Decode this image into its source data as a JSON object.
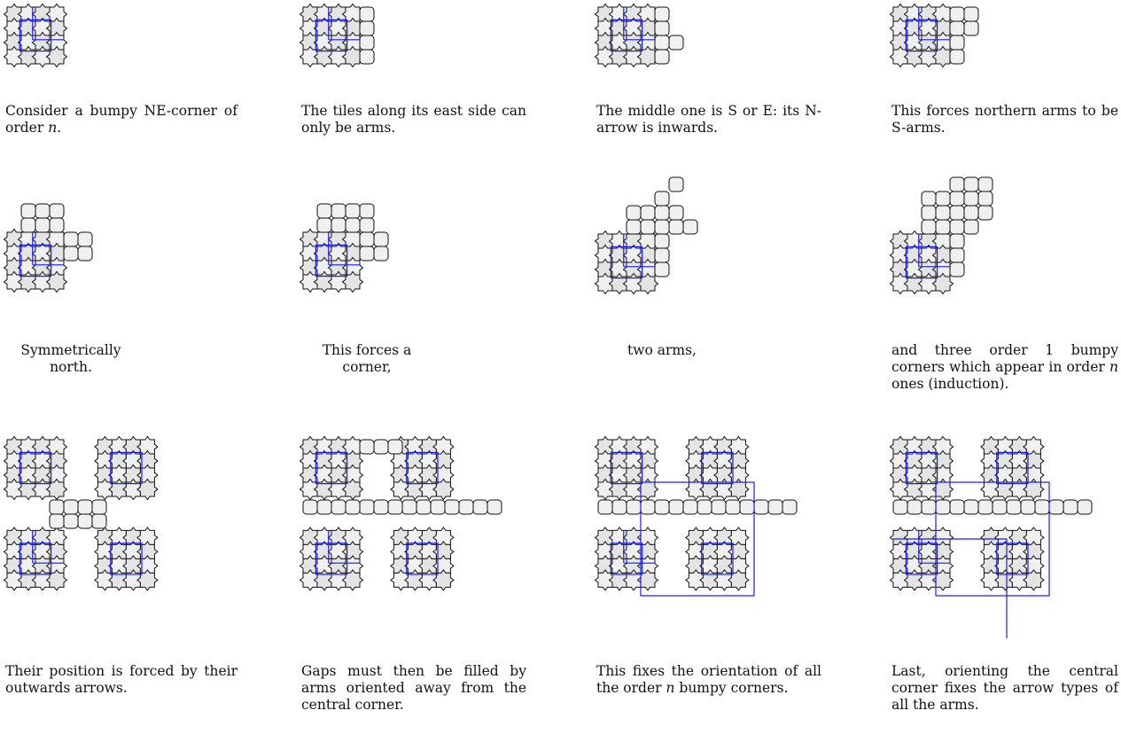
{
  "captions": [
    "Consider a bumpy NE-corner of order n.",
    "The tiles along its east side can only be arms.",
    "The middle one is S or E: its N-arrow is inwards.",
    "This forces northern arms to be S-arms.",
    "Symmetrically north.",
    "This forces a corner,",
    "two arms,",
    "and three order 1 bumpy corners which appear in order n ones (induction).",
    "Their position is forced by their outwards arrows.",
    "Gaps must then be filled by arms oriented away from the central corner.",
    "This fixes the orientation of all the order n bumpy corners.",
    "Last, orienting the central corner fixes the arrow types of all the arms."
  ],
  "colors": {
    "tile_fill": "#f0f0f0",
    "tile_dark": "#e4e4e4",
    "stroke": "#111111",
    "arrow_blue": "#1a1ae6"
  }
}
